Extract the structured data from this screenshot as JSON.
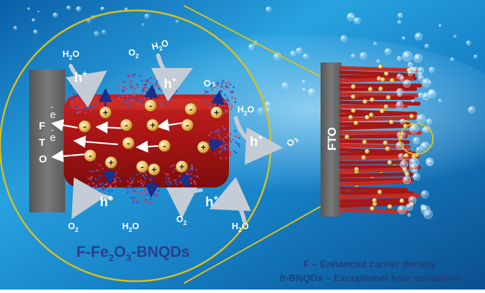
{
  "diagram": {
    "title": {
      "prefix": "F-Fe",
      "sub1": "2",
      "mid": "O",
      "sub2": "3",
      "suffix": "-BNQDs"
    },
    "fto_label_vertical": "FTO",
    "fto_label_stack": [
      "F",
      "T",
      "O"
    ],
    "electron_label": "e",
    "hole_label": "h",
    "hole_charge": "+",
    "water": {
      "base": "H",
      "sub": "2",
      "tail": "O"
    },
    "oxygen": {
      "base": "O",
      "sub": "2"
    },
    "charge_plus": "+",
    "charge_minus": "-",
    "caption": {
      "line1": "F – Enhanced carrier density",
      "line2_italic": "h",
      "line2_rest": "-BNQDs – Exceptional hole extraction"
    }
  },
  "colors": {
    "background": "#1a8fd0",
    "background_dark": "#0a4f8e",
    "zoom_outline": "#d8c020",
    "fto_plate": "#6e6e6e",
    "nanorod": "#b01818",
    "nanorod_highlight": "#e04a3a",
    "charge_ball": "#f2c060",
    "qd_dot_blue": "#3050c0",
    "qd_dot_red": "#d04060",
    "title_text": "#2a3f8a",
    "caption_text": "#1f3f7a",
    "arrow_grey": "#b9c2cc",
    "arrow_blue": "#1a2e8a"
  }
}
